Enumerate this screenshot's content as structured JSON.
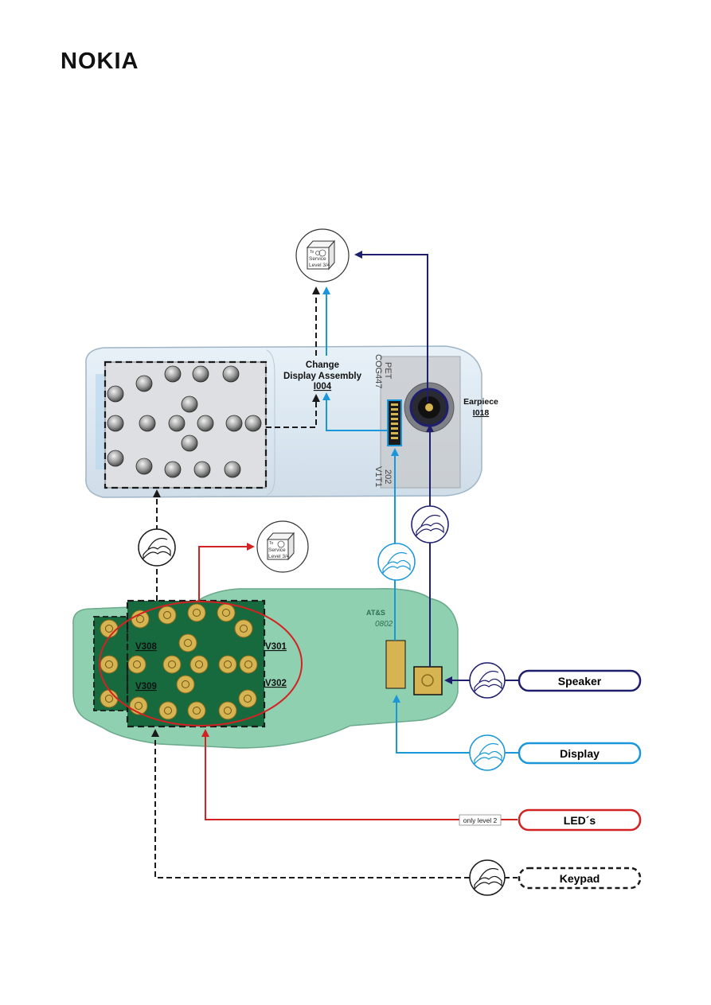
{
  "brand": {
    "logo_text": "NOKIA"
  },
  "service_box": {
    "line1": "To",
    "line2": "Service",
    "line3": "Level 3/4"
  },
  "assembly": {
    "line1": "Change",
    "line2": "Display Assembly",
    "code": "I004"
  },
  "earpiece": {
    "label": "Earpiece",
    "code": "I018"
  },
  "display_module": {
    "marking1": "PET",
    "marking2": "COG447",
    "marking3": "202",
    "marking4": "V1T1"
  },
  "pcb": {
    "marking": "AT&S",
    "marking_code": "0802"
  },
  "leds": {
    "v308": "V308",
    "v309": "V309",
    "v301": "V301",
    "v302": "V302"
  },
  "components": {
    "speaker": "Speaker",
    "display": "Display",
    "leds": "LED´s",
    "keypad": "Keypad"
  },
  "note_only_level2": "only level 2",
  "colors": {
    "navy": "#1f1f6e",
    "blue": "#1a97d9",
    "red": "#d32222",
    "black": "#1a1a1a",
    "pcb_green": "#8fd0b0",
    "pcb_dark": "#176a3e",
    "gold": "#d6b452"
  },
  "icons": [
    "service-manual-icon",
    "box-icon"
  ]
}
